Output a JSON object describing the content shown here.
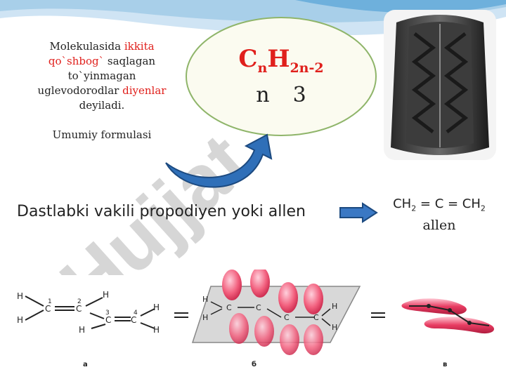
{
  "intro": {
    "part1": "Molekulasida ",
    "highlight1": "ikkita qo`shbog`",
    "part2": " saqlagan to`yinmagan uglevodorodlar ",
    "highlight2": "diyenlar",
    "part3": " deyiladi.",
    "formula_caption": "Umumiy formulasi"
  },
  "formula": {
    "c": "C",
    "c_sub": "n",
    "h": "H",
    "h_sub": "2n-2",
    "n_label": "n",
    "n_value": "3"
  },
  "first_member": {
    "text": "Dastlabki vakili propodiyen yoki allen"
  },
  "allen": {
    "ch": "CH",
    "sub1": "2",
    "mid": " = C = CH",
    "sub2": "2",
    "name": "allen"
  },
  "watermark": {
    "text": "Hujjat"
  },
  "diagrams": {
    "captions": [
      "а",
      "б",
      "в"
    ],
    "atom_numbers": [
      "1",
      "2",
      "3",
      "4"
    ],
    "atom_c": "C",
    "atom_h": "H"
  },
  "colors": {
    "red": "#e0201c",
    "blue_arrow": "#2f6fb8",
    "ellipse_stroke": "#8fb56a",
    "ellipse_fill": "#fbfbf0"
  }
}
